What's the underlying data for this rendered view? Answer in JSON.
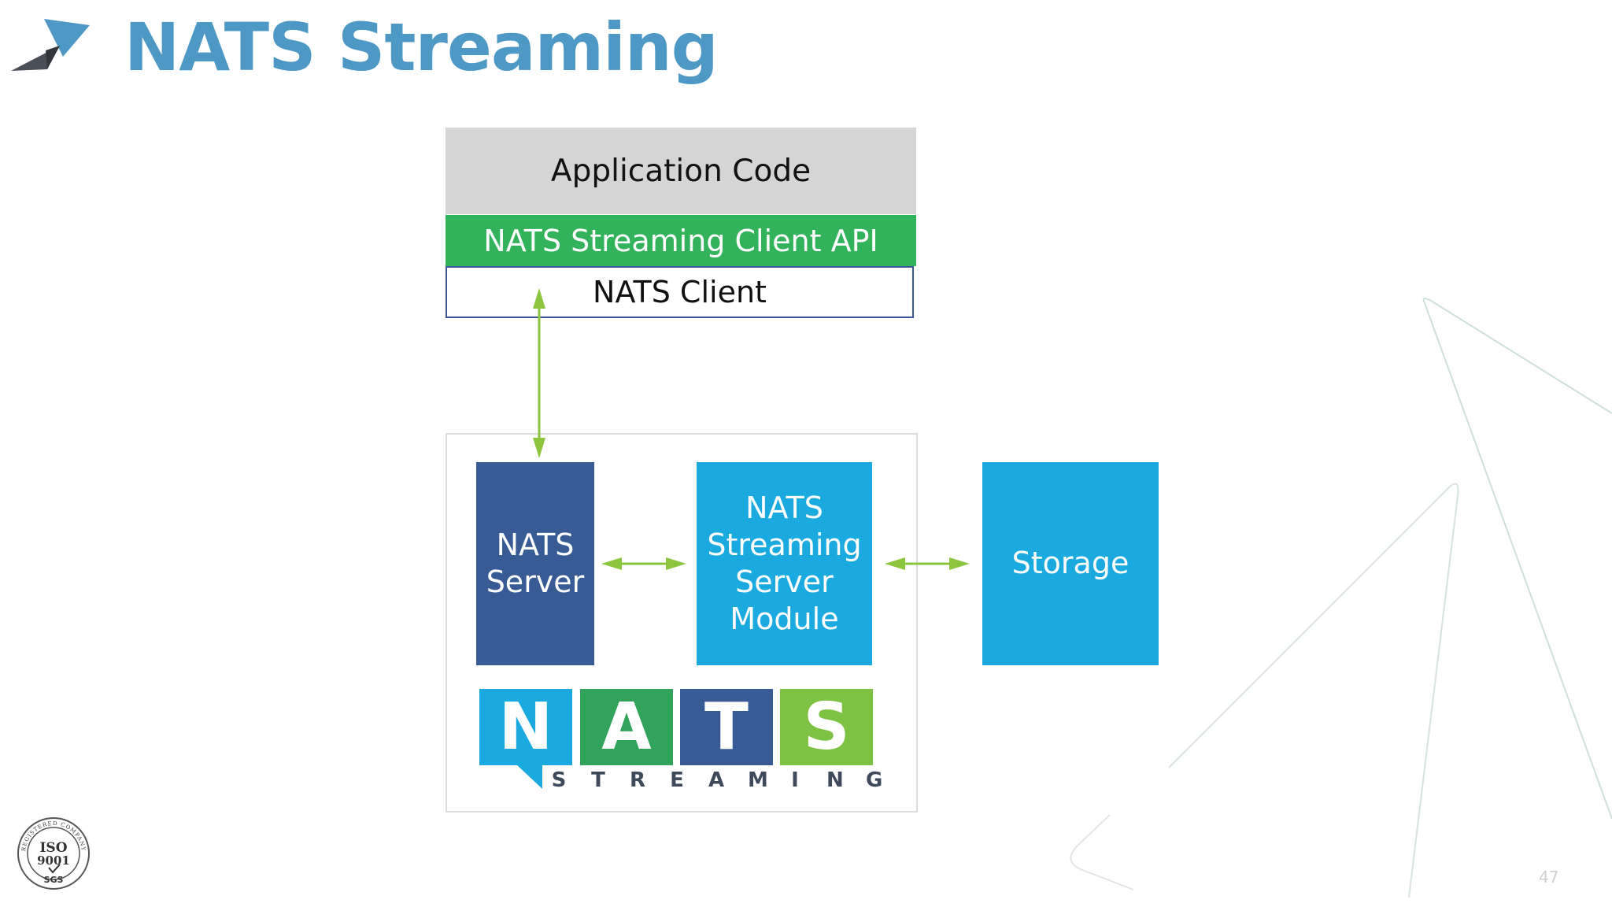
{
  "title": "NATS Streaming",
  "diagram": {
    "application_code": "Application Code",
    "client_api": "NATS Streaming Client API",
    "nats_client": "NATS Client",
    "nats_server": {
      "line1": "NATS",
      "line2": "Server"
    },
    "streaming_module": {
      "line1": "NATS",
      "line2": "Streaming",
      "line3": "Server",
      "line4": "Module"
    },
    "storage": "Storage"
  },
  "streaming_logo": {
    "letters": [
      "N",
      "A",
      "T",
      "S"
    ],
    "word": [
      "S",
      "T",
      "R",
      "E",
      "A",
      "M",
      "I",
      "N",
      "G"
    ]
  },
  "iso_seal": {
    "top_text": "REGISTERED COMPANY",
    "line1": "ISO",
    "line2": "9001",
    "bottom": "SGS"
  },
  "slide_number": "47",
  "colors": {
    "title": "#4d98c4",
    "application_code_bg": "#d5d5d5",
    "client_api_bg": "#32b35b",
    "nats_client_border": "#3e5597",
    "nats_server_bg": "#385b96",
    "module_bg": "#1aaae0",
    "storage_bg": "#1aaae0",
    "arrow": "#8cc63f"
  }
}
